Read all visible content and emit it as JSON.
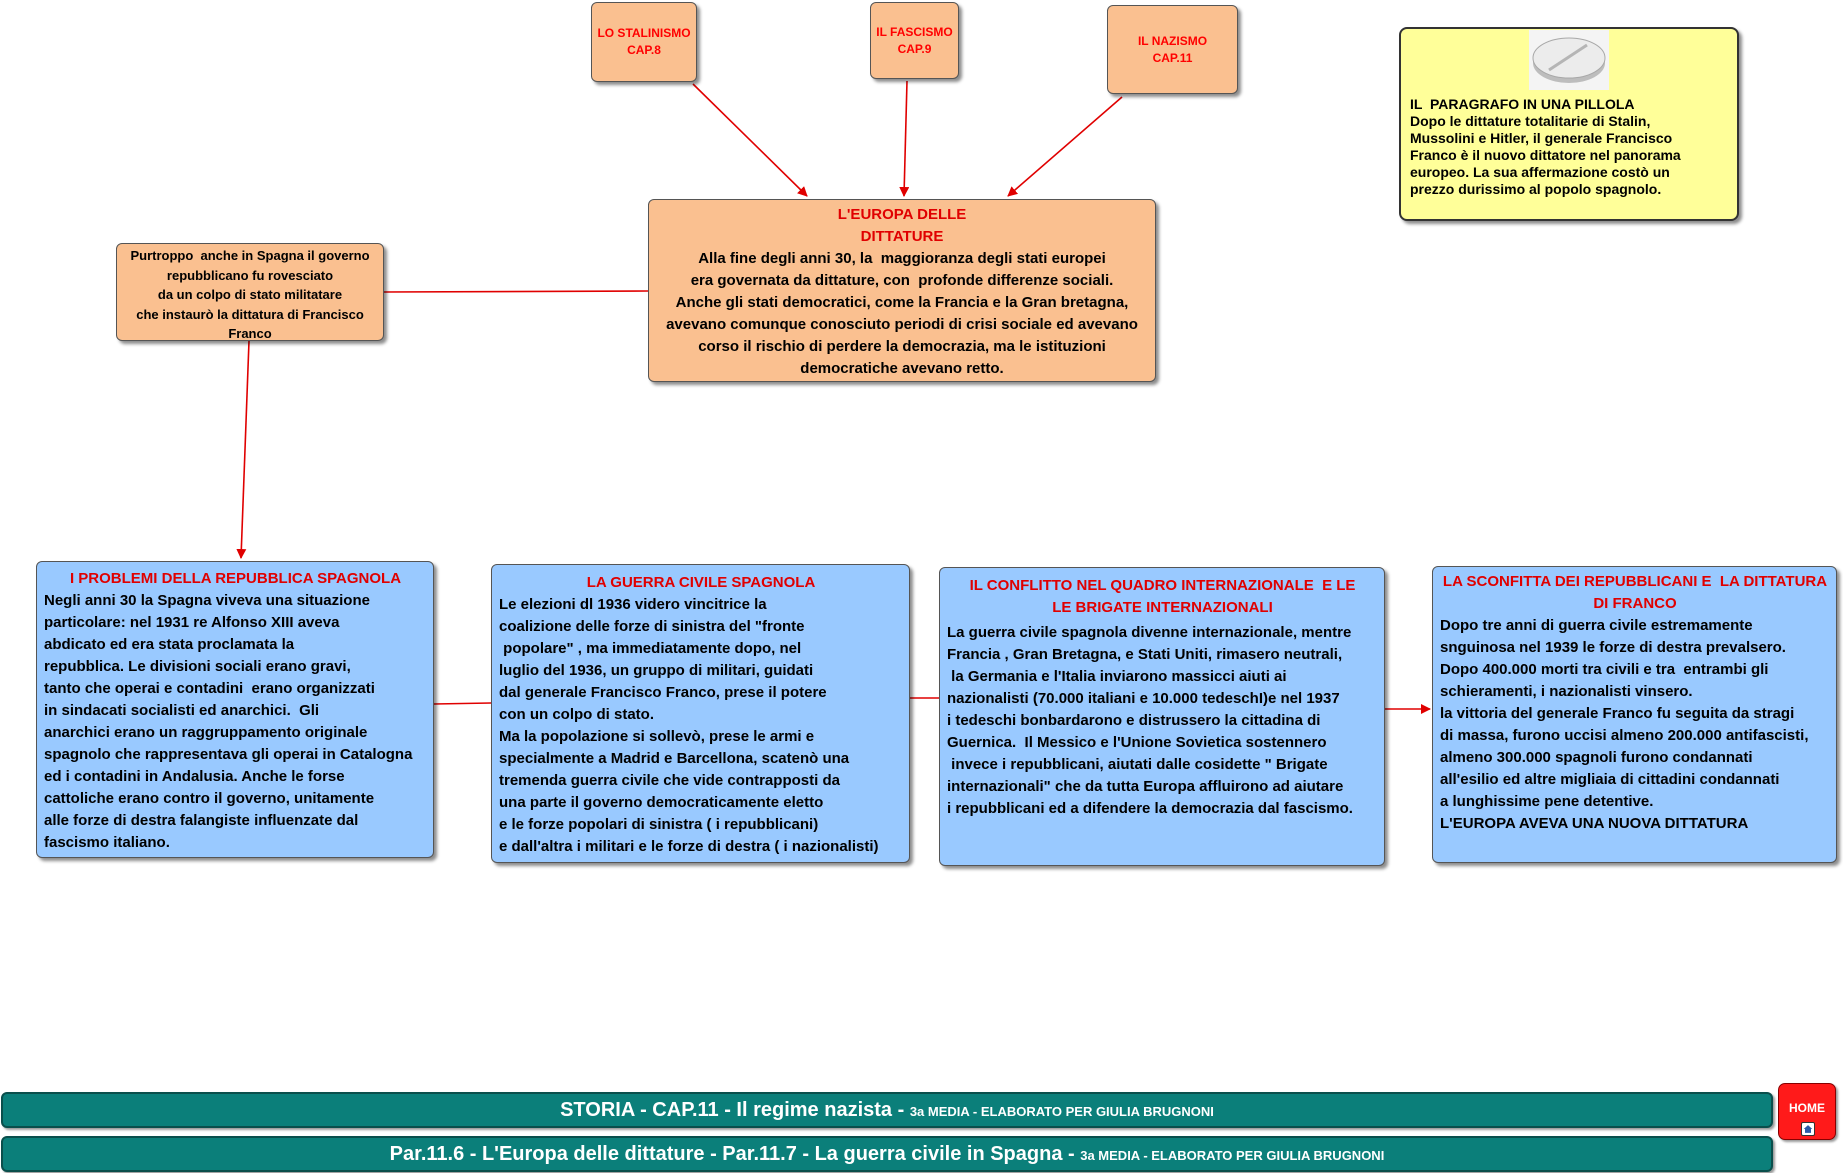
{
  "top_boxes": [
    {
      "line1": "LO STALINISMO",
      "line2": "CAP.8"
    },
    {
      "line1": "IL FASCISMO",
      "line2": "CAP.9"
    },
    {
      "line1": "IL NAZISMO",
      "line2": "CAP.11"
    }
  ],
  "pill": {
    "icon": "pill-icon",
    "lines": [
      "IL  PARAGRAFO IN UNA PILLOLA",
      "Dopo le dittature totalitarie di Stalin,",
      "Mussolini e Hitler, il generale Francisco",
      "Franco è il nuovo dittatore nel panorama",
      "europeo. La sua affermazione costò un",
      "prezzo durissimo al popolo spagnolo."
    ]
  },
  "europa": {
    "title_lines": [
      "L'EUROPA DELLE",
      "DITTATURE"
    ],
    "lines": [
      "Alla fine degli anni 30, la  maggioranza degli stati europei",
      "era governata da dittature, con  profonde differenze sociali.",
      "Anche gli stati democratici, come la Francia e la Gran bretagna,",
      "avevano comunque conosciuto periodi di crisi sociale ed avevano",
      "corso il rischio di perdere la democrazia, ma le istituzioni",
      "democratiche avevano retto."
    ]
  },
  "spagna_note": {
    "lines": [
      "Purtroppo  anche in Spagna il governo",
      "repubblicano fu rovesciato",
      "da un colpo di stato militatare",
      "che instaurò la dittatura di Francisco",
      "Franco"
    ]
  },
  "blue_boxes": [
    {
      "title_lines": [
        "I PROBLEMI DELLA REPUBBLICA SPAGNOLA"
      ],
      "lines": [
        "Negli anni 30 la Spagna viveva una situazione",
        "particolare: nel 1931 re Alfonso XIII aveva",
        "abdicato ed era stata proclamata la",
        "repubblica. Le divisioni sociali erano gravi,",
        "tanto che operai e contadini  erano organizzati",
        "in sindacati socialisti ed anarchici.  Gli",
        "anarchici erano un raggruppamento originale",
        "spagnolo che rappresentava gli operai in Catalogna",
        "ed i contadini in Andalusia. Anche le forse",
        "cattoliche erano contro il governo, unitamente",
        "alle forze di destra falangiste influenzate dal",
        "fascismo italiano."
      ]
    },
    {
      "title_lines": [
        "LA GUERRA CIVILE SPAGNOLA"
      ],
      "lines": [
        "Le elezioni dl 1936 videro vincitrice la",
        "coalizione delle forze di sinistra del \"fronte",
        " popolare\" , ma immediatamente dopo, nel",
        "luglio del 1936, un gruppo di militari, guidati",
        "dal generale Francisco Franco, prese il potere",
        "con un colpo di stato.",
        "Ma la popolazione si sollevò, prese le armi e",
        "specialmente a Madrid e Barcellona, scatenò una",
        "tremenda guerra civile che vide contrapposti da",
        "una parte il governo democraticamente eletto",
        "e le forze popolari di sinistra ( i repubblicani)",
        "e dall'altra i militari e le forze di destra ( i nazionalisti)"
      ]
    },
    {
      "title_lines": [
        "IL CONFLITTO NEL QUADRO INTERNAZIONALE  E LE",
        "LE BRIGATE INTERNAZIONALI"
      ],
      "lines": [
        "La guerra civile spagnola divenne internazionale, mentre",
        "Francia , Gran Bretagna, e Stati Uniti, rimasero neutrali,",
        " la Germania e l'Italia inviarono massicci aiuti ai",
        "nazionalisti (70.000 italiani e 10.000 tedeschI)e nel 1937",
        "i tedeschi bonbardarono e distrussero la cittadina di",
        "Guernica.  Il Messico e l'Unione Sovietica sostennero",
        " invece i repubblicani, aiutati dalle cosidette \" Brigate",
        "internazionali\" che da tutta Europa affluirono ad aiutare",
        "i repubblicani ed a difendere la democrazia dal fascismo."
      ]
    },
    {
      "title_lines": [
        "LA SCONFITTA DEI REPUBBLICANI E  LA DITTATURA",
        "DI FRANCO"
      ],
      "lines": [
        "Dopo tre anni di guerra civile estremamente",
        "snguinosa nel 1939 le forze di destra prevalsero.",
        "Dopo 400.000 morti tra civili e tra  entrambi gli",
        "schieramenti, i nazionalisti vinsero.",
        "la vittoria del generale Franco fu seguita da stragi",
        "di massa, furono uccisi almeno 200.000 antifascisti,",
        "almeno 300.000 spagnoli furono condannati",
        "all'esilio ed altre migliaia di cittadini condannati",
        "a lunghissime pene detentive.",
        "L'EUROPA AVEVA UNA NUOVA DITTATURA"
      ]
    }
  ],
  "banner1": {
    "main": "STORIA - CAP.11 - Il regime nazista - ",
    "sub": "3a MEDIA - ELABORATO  PER GIULIA BRUGNONI"
  },
  "banner2": {
    "main": "Par.11.6 - L'Europa delle dittature - Par.11.7 - La guerra civile in Spagna - ",
    "sub": "3a MEDIA - ELABORATO  PER GIULIA BRUGNONI"
  },
  "home": {
    "label": "HOME",
    "icon": "home-icon"
  },
  "colors": {
    "arrow": "#e00000",
    "orange": "#fac090",
    "blue": "#99c9ff",
    "yellow": "#ffff99",
    "banner": "#0b7f7a",
    "home": "#ff1a1a"
  }
}
